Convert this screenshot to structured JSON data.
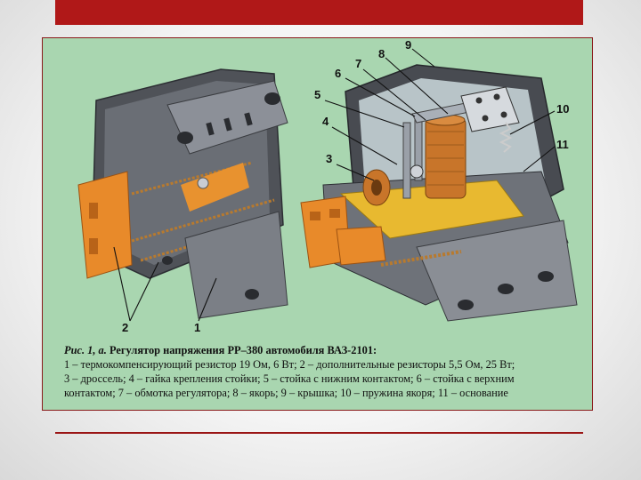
{
  "figure": {
    "callouts": {
      "n1": "1",
      "n2": "2",
      "n3": "3",
      "n4": "4",
      "n5": "5",
      "n6": "6",
      "n7": "7",
      "n8": "8",
      "n9": "9",
      "n10": "10",
      "n11": "11"
    }
  },
  "caption": {
    "title_fig": "Рис. 1, а.",
    "title_text": "Регулятор напряжения РР–380 автомобиля ВАЗ-2101:",
    "line1": "1 – термокомпенсирующий резистор 19 Ом, 6 Вт;   2 – дополнительные резисторы 5,5 Ом, 25 Вт;",
    "line2": "3 – дроссель; 4 – гайка крепления стойки; 5 – стойка с нижним контактом; 6 – стойка с верхним",
    "line3": "контактом; 7 – обмотка регулятора;  8 – якорь; 9 – крышка;  10 – пружина якоря;  11 – основание"
  },
  "colors": {
    "frame_bg": "#a9d6b0",
    "accent_red": "#b01818",
    "metal": "#5d6168",
    "copper": "#c8752a",
    "orange_part": "#e88a2a"
  }
}
